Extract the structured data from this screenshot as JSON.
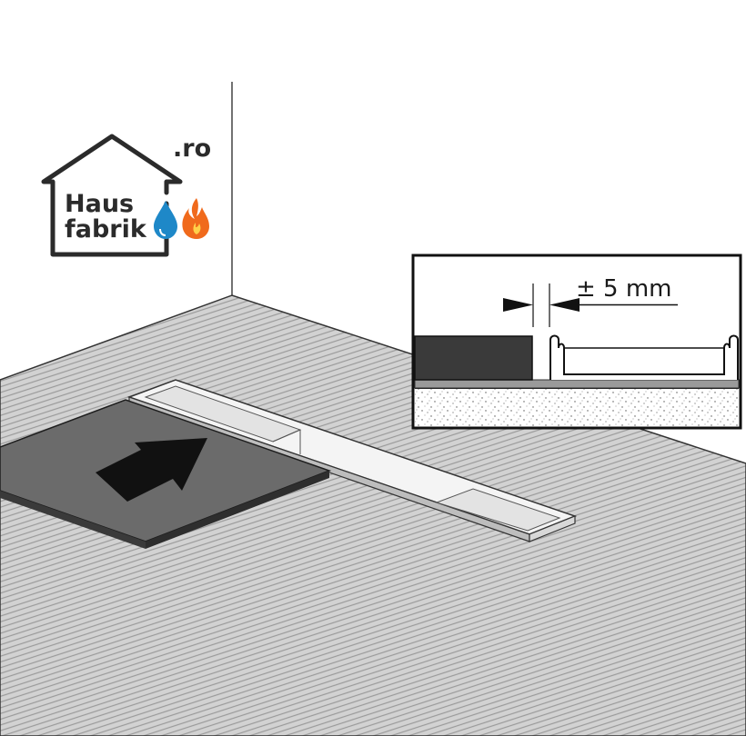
{
  "logo": {
    "line1": "Haus",
    "line2": "fabrik",
    "suffix": ".ro",
    "icons": [
      "water-drop-icon",
      "flame-icon"
    ],
    "colors": {
      "outline": "#2b2b2b",
      "drop": "#1e88c8",
      "flame": "#f06a1c"
    }
  },
  "detail": {
    "dimension_label": "± 5 mm"
  },
  "colors": {
    "floor": "#c9c9c9",
    "tile": "#6b6b6b",
    "tile_edge": "#3a3a3a",
    "channel": "#f2f2f2",
    "arrow": "#111111"
  }
}
